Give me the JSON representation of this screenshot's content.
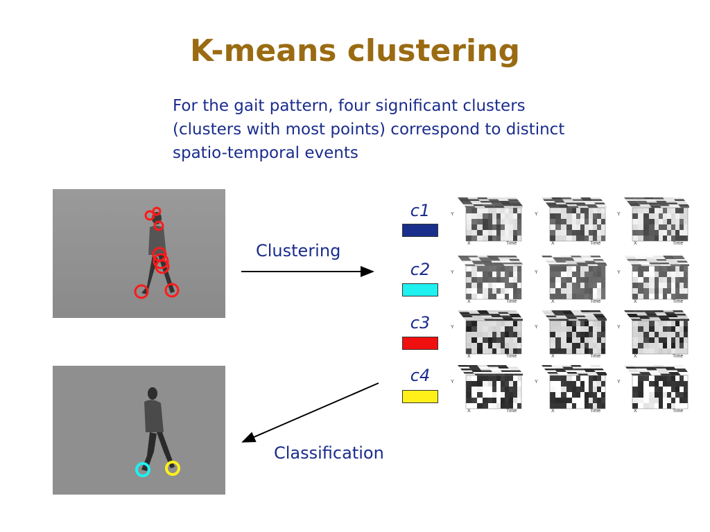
{
  "slide": {
    "title": "K-means clustering",
    "description_lines": [
      "For the gait pattern, four significant clusters",
      "(clusters with most points) correspond to distinct",
      "spatio-temporal events"
    ],
    "clustering_label": "Clustering",
    "classification_label": "Classification"
  },
  "clusters": [
    {
      "name": "c1",
      "color": "#1a2f8c"
    },
    {
      "name": "c2",
      "color": "#1ff0f0"
    },
    {
      "name": "c3",
      "color": "#f01010"
    },
    {
      "name": "c4",
      "color": "#fff01a"
    }
  ],
  "cube_axes": {
    "x": "X",
    "y": "Y",
    "t": "Time"
  }
}
